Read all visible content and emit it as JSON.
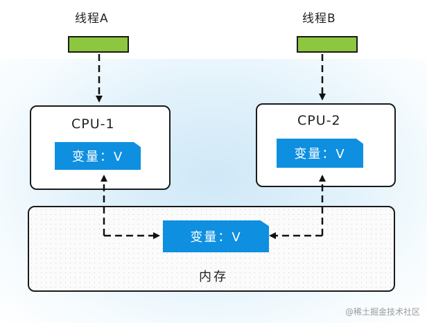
{
  "threads": [
    {
      "label": "线程A",
      "color": "#8dc63f"
    },
    {
      "label": "线程B",
      "color": "#8dc63f"
    }
  ],
  "cpus": [
    {
      "title": "CPU-1",
      "variable_label": "变量：V"
    },
    {
      "title": "CPU-2",
      "variable_label": "变量：V"
    }
  ],
  "memory": {
    "label": "内存",
    "variable_label": "变量：V"
  },
  "colors": {
    "variable_fill": "#0e8fe0",
    "thread_fill": "#8dc63f",
    "glow": "#cfe8f7"
  },
  "watermark": "@稀土掘金技术社区"
}
